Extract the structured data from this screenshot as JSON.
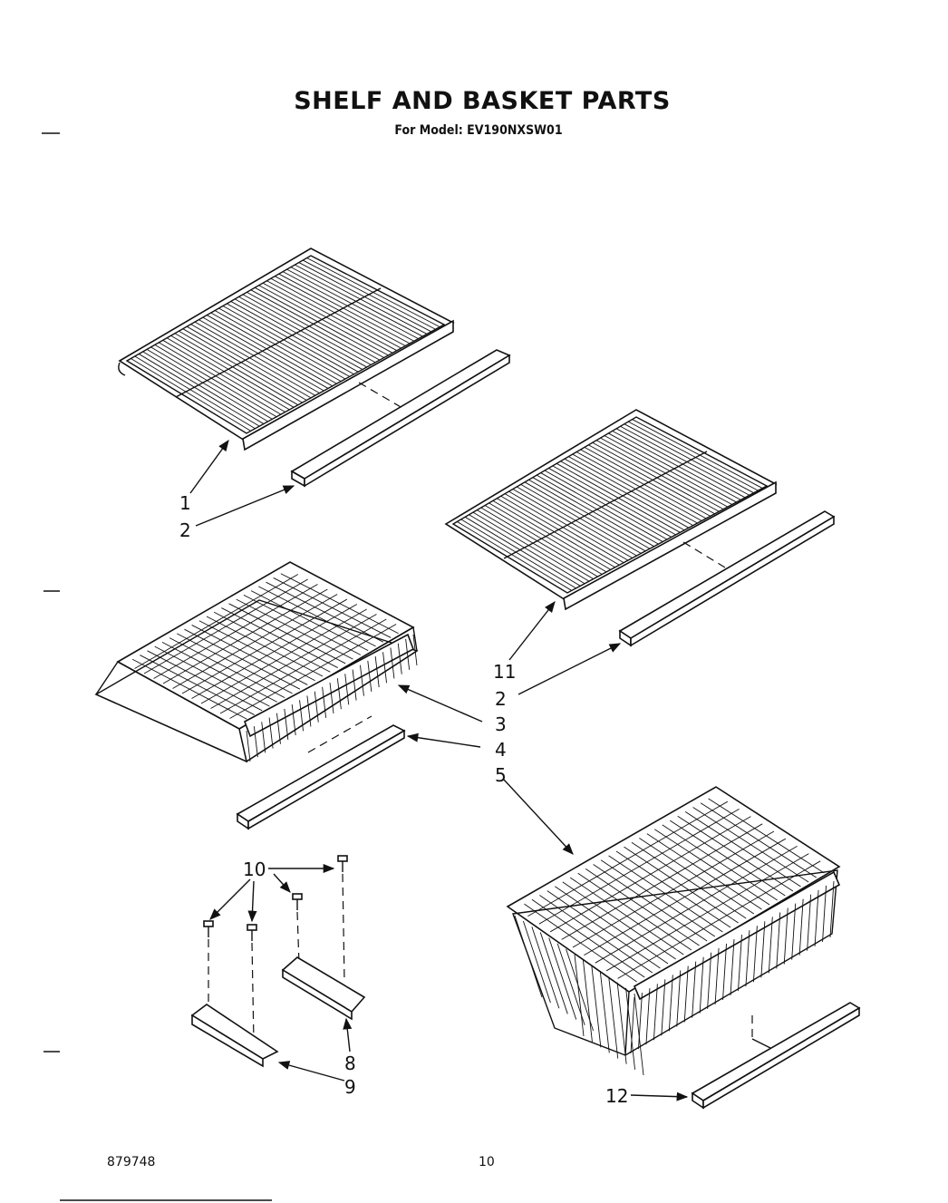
{
  "header": {
    "title": "SHELF AND BASKET PARTS",
    "subtitle": "For Model: EV190NXSW01"
  },
  "footer": {
    "doc_number": "879748",
    "page_number": "10"
  },
  "callouts": [
    {
      "id": "1",
      "text": "1"
    },
    {
      "id": "2a",
      "text": "2"
    },
    {
      "id": "11",
      "text": "11"
    },
    {
      "id": "2b",
      "text": "2"
    },
    {
      "id": "3",
      "text": "3"
    },
    {
      "id": "4",
      "text": "4"
    },
    {
      "id": "5",
      "text": "5"
    },
    {
      "id": "10",
      "text": "10"
    },
    {
      "id": "8",
      "text": "8"
    },
    {
      "id": "9",
      "text": "9"
    },
    {
      "id": "12",
      "text": "12"
    }
  ]
}
